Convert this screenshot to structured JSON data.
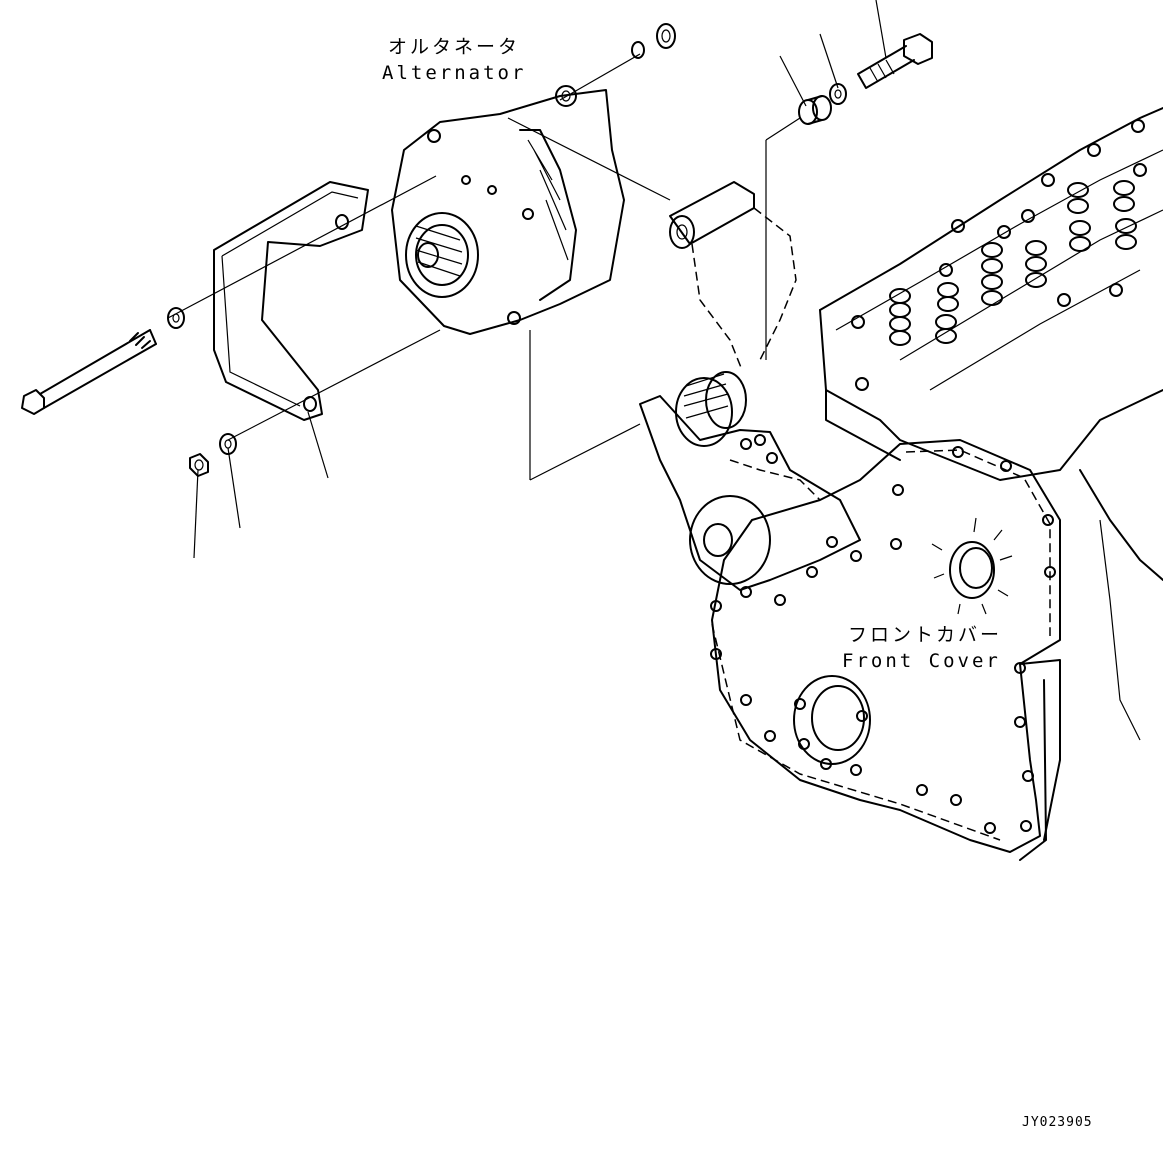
{
  "labels": {
    "alternator_jp": "オルタネータ",
    "alternator_en": "Alternator",
    "front_cover_jp": "フロントカバー",
    "front_cover_en": "Front Cover",
    "drawing_code": "JY023905"
  },
  "colors": {
    "line": "#000000",
    "background": "#ffffff"
  }
}
